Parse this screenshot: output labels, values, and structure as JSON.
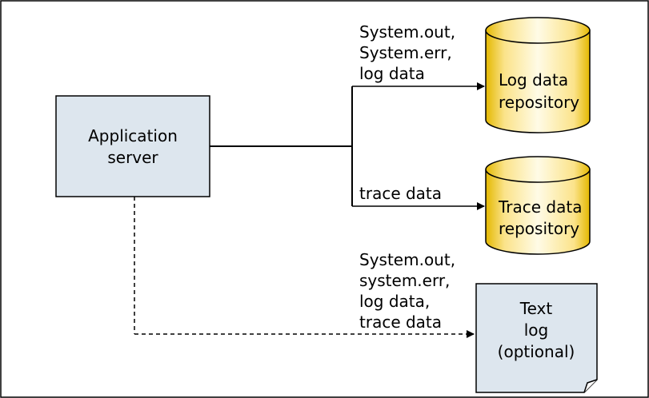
{
  "colors": {
    "frame": "#000000",
    "box_fill": "#dde6ee",
    "cylinder_light": "#fffbe6",
    "cylinder_mid": "#fbe38a",
    "cylinder_dark": "#e4b800",
    "line": "#000000"
  },
  "nodes": {
    "app_server": {
      "lines": [
        "Application",
        "server"
      ]
    },
    "log_repo": {
      "lines": [
        "Log data",
        "repository"
      ]
    },
    "trace_repo": {
      "lines": [
        "Trace data",
        "repository"
      ]
    },
    "text_log": {
      "lines": [
        "Text",
        "log",
        "(optional)"
      ]
    }
  },
  "edges": {
    "to_log": {
      "label_lines": [
        "System.out,",
        "System.err,",
        "log data"
      ]
    },
    "to_trace": {
      "label_lines": [
        "trace data"
      ]
    },
    "to_text_log": {
      "label_lines": [
        "System.out,",
        "system.err,",
        "log data,",
        "trace data"
      ],
      "style": "dashed"
    }
  }
}
